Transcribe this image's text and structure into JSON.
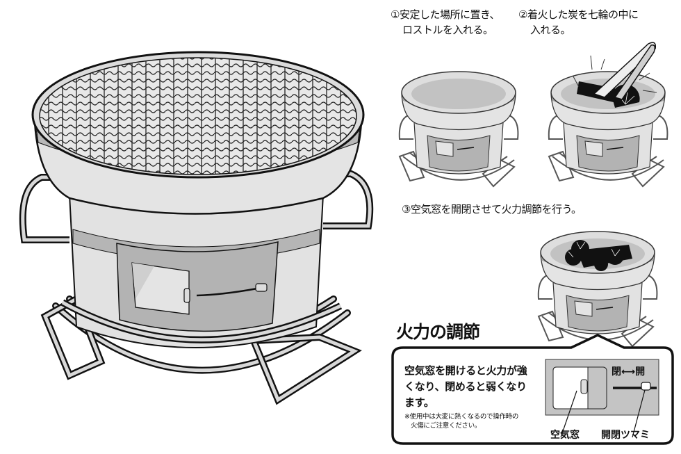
{
  "steps": [
    {
      "marker": "①",
      "line1": "安定した場所に置き、",
      "line2": "ロストルを入れる。"
    },
    {
      "marker": "②",
      "line1": "着火した炭を七輪の中に",
      "line2": "入れる。"
    },
    {
      "marker": "③",
      "line1": "空気窓を開閉させて火力調節を行う。"
    }
  ],
  "section": {
    "title": "火力の調節"
  },
  "callout": {
    "main_line1": "空気窓を開けると火力が強",
    "main_line2": "くなり、閉めると弱くなり",
    "main_line3": "ます。",
    "note_line1": "※使用中は大変に熱くなるので操作時の",
    "note_line2": "火傷にご注意ください。",
    "label_window": "空気窓",
    "label_knob": "開閉ツマミ",
    "dir_closed": "閉",
    "dir_arrow": "⟷",
    "dir_open": "開"
  },
  "colors": {
    "outline": "#111111",
    "body_light": "#e3e3e3",
    "body_mid": "#b8b8b8",
    "body_dark": "#9c9c9c",
    "charcoal": "#1a1a1a",
    "panel_bg": "#c4c4c4"
  }
}
